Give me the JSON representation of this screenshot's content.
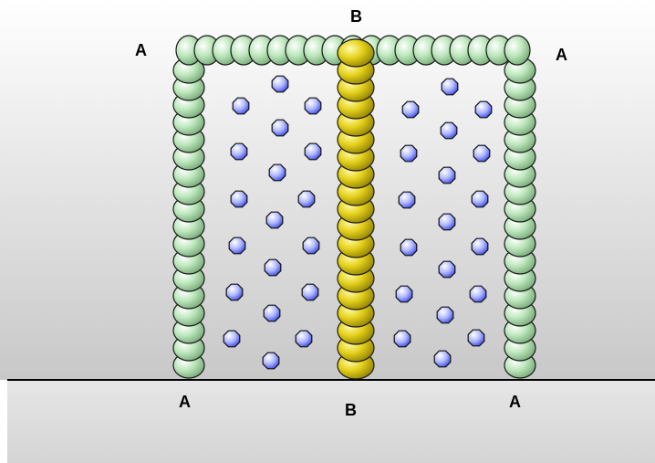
{
  "labels": {
    "top_left": "A",
    "top_right": "A",
    "top_center": "B",
    "bottom_left": "A",
    "bottom_center": "B",
    "bottom_right": "A"
  },
  "colors": {
    "wall_bead": "#a9d9a9",
    "center_bead": "#e0d21a",
    "particle": "#5f6ff0",
    "ground_line": "#000000"
  }
}
